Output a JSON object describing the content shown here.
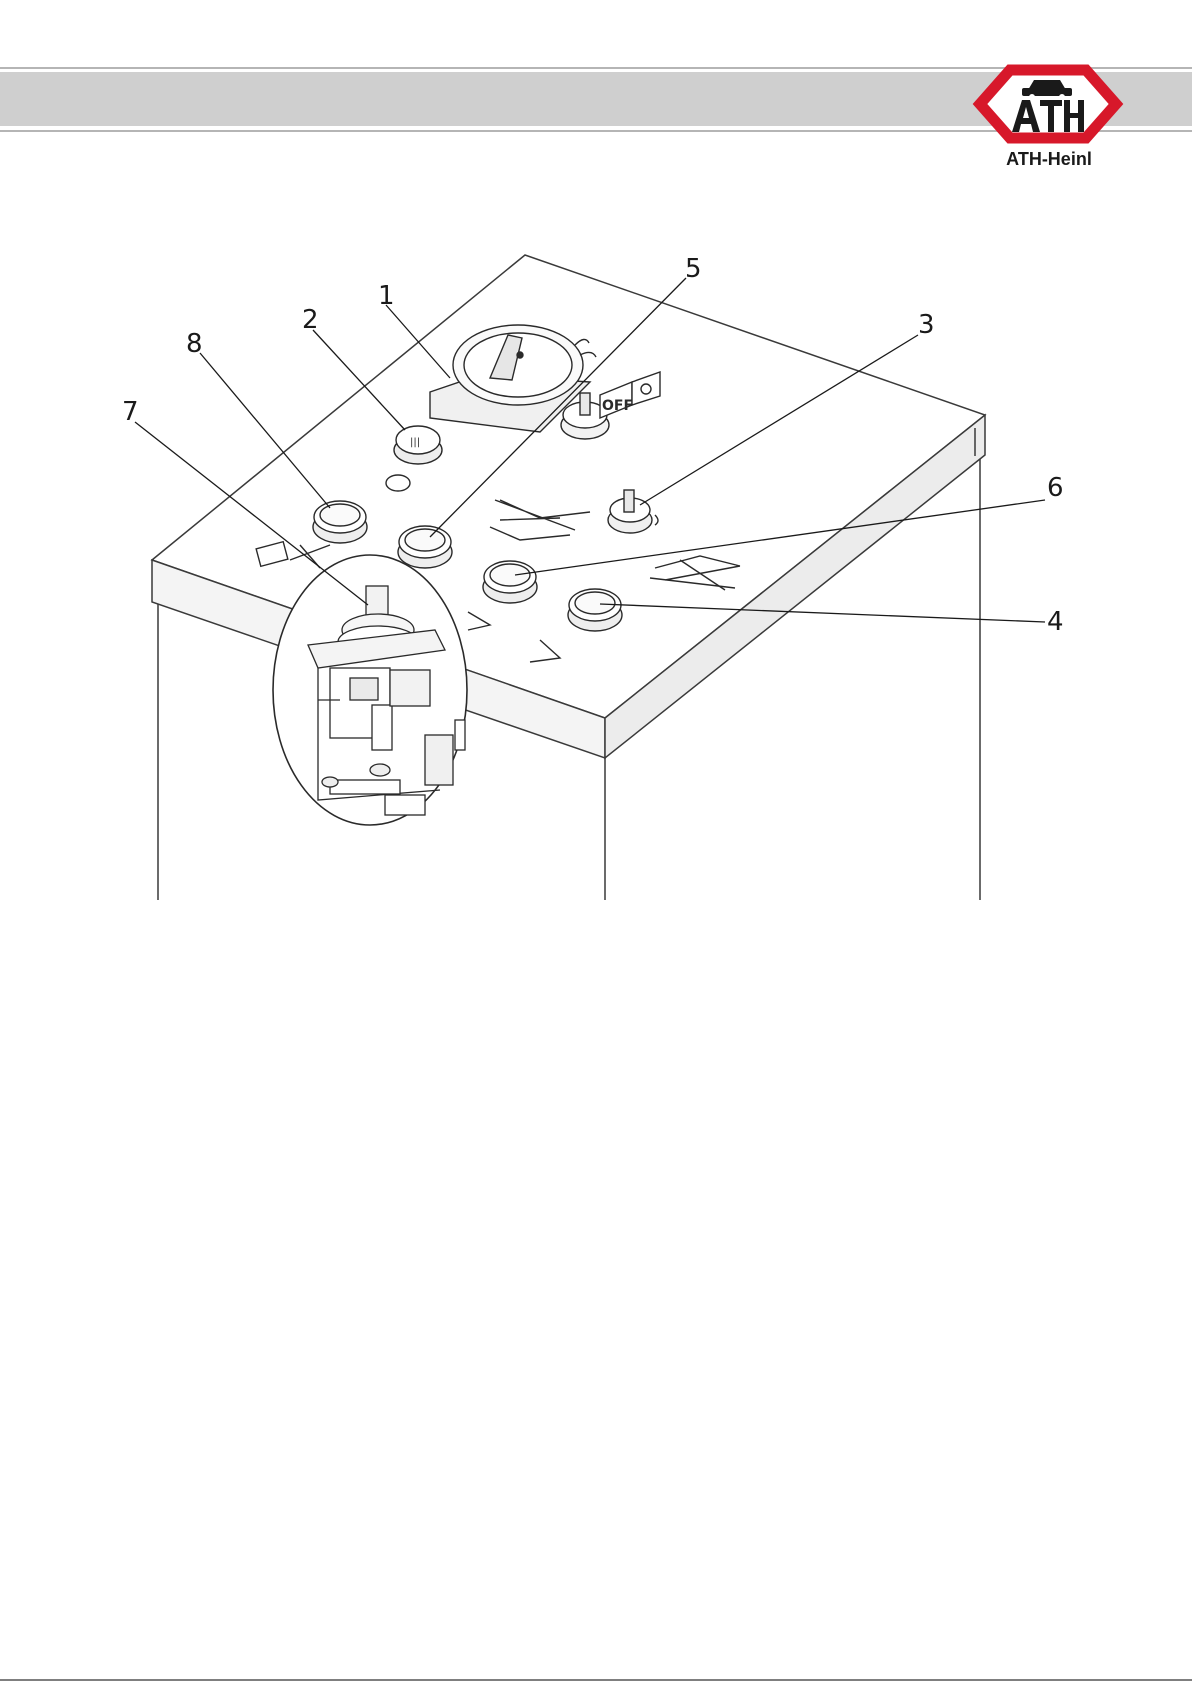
{
  "logo": {
    "letters": "ATH",
    "caption": "ATH-Heinl",
    "brand_red": "#d7182a"
  },
  "header_band_color": "#cfcfcf",
  "panel_symbols": {
    "off_label": "OFF"
  },
  "callouts": [
    {
      "label": "1",
      "part": "main-switch"
    },
    {
      "label": "2",
      "part": "emergency-stop"
    },
    {
      "label": "3",
      "part": "selector-switch-right"
    },
    {
      "label": "4",
      "part": "push-button-lower-right"
    },
    {
      "label": "5",
      "part": "push-button-center"
    },
    {
      "label": "6",
      "part": "push-button-right"
    },
    {
      "label": "7",
      "part": "key-selector-detail"
    },
    {
      "label": "8",
      "part": "push-button-left"
    }
  ]
}
